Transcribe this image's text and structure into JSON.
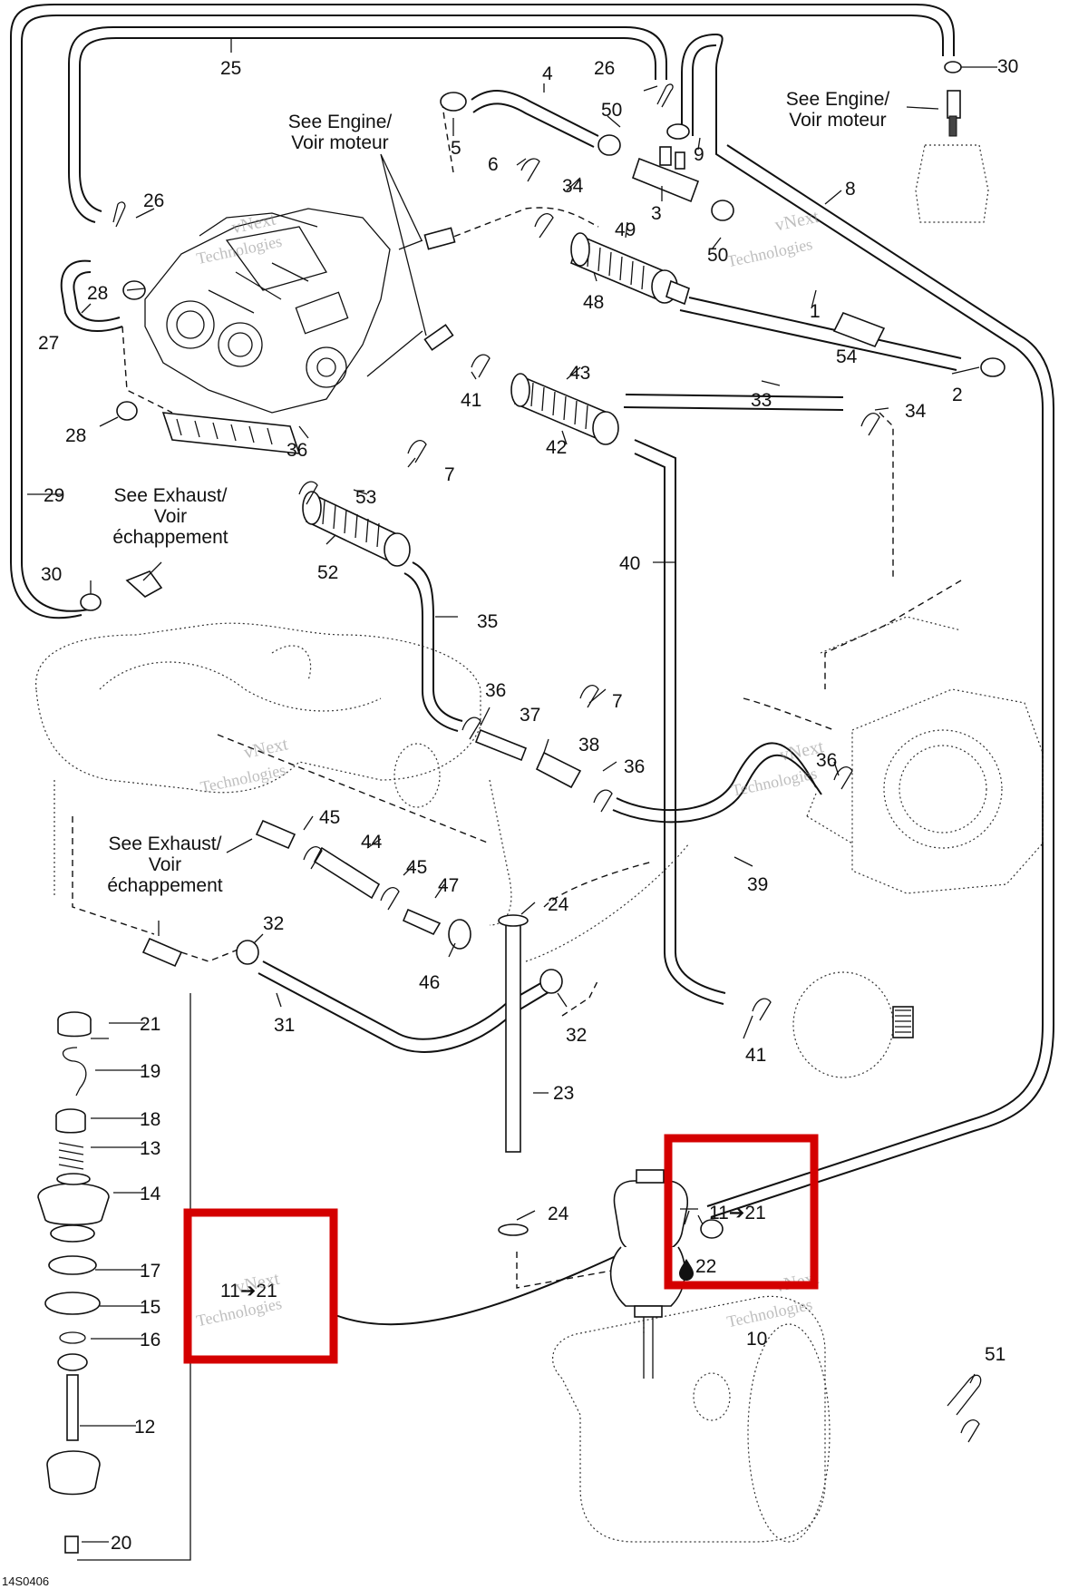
{
  "diagram": {
    "figure_code": "14S0406",
    "notes": {
      "engine_1": [
        "See Engine/",
        "Voir moteur"
      ],
      "engine_2": [
        "See Engine/",
        "Voir moteur"
      ],
      "exhaust_1": [
        "See Exhaust/",
        "Voir",
        "échappement"
      ],
      "exhaust_2": [
        "See Exhaust/",
        "Voir",
        "échappement"
      ]
    },
    "watermark": {
      "line1": "vNext",
      "line2": "Technologies"
    },
    "callouts": [
      {
        "key": "c25",
        "text": "25"
      },
      {
        "key": "c4",
        "text": "4"
      },
      {
        "key": "c26a",
        "text": "26"
      },
      {
        "key": "c30a",
        "text": "30"
      },
      {
        "key": "c50a",
        "text": "50"
      },
      {
        "key": "c5",
        "text": "5"
      },
      {
        "key": "c6",
        "text": "6"
      },
      {
        "key": "c9",
        "text": "9"
      },
      {
        "key": "c8",
        "text": "8"
      },
      {
        "key": "c3",
        "text": "3"
      },
      {
        "key": "c34a",
        "text": "34"
      },
      {
        "key": "c49",
        "text": "49"
      },
      {
        "key": "c50b",
        "text": "50"
      },
      {
        "key": "c26b",
        "text": "26"
      },
      {
        "key": "c28a",
        "text": "28"
      },
      {
        "key": "c48",
        "text": "48"
      },
      {
        "key": "c1",
        "text": "1"
      },
      {
        "key": "c27",
        "text": "27"
      },
      {
        "key": "c54",
        "text": "54"
      },
      {
        "key": "c43",
        "text": "43"
      },
      {
        "key": "c41a",
        "text": "41"
      },
      {
        "key": "c33",
        "text": "33"
      },
      {
        "key": "c2",
        "text": "2"
      },
      {
        "key": "c34b",
        "text": "34"
      },
      {
        "key": "c28b",
        "text": "28"
      },
      {
        "key": "c42",
        "text": "42"
      },
      {
        "key": "c36a",
        "text": "36"
      },
      {
        "key": "c7a",
        "text": "7"
      },
      {
        "key": "c29",
        "text": "29"
      },
      {
        "key": "c53",
        "text": "53"
      },
      {
        "key": "c40",
        "text": "40"
      },
      {
        "key": "c30b",
        "text": "30"
      },
      {
        "key": "c52",
        "text": "52"
      },
      {
        "key": "c35",
        "text": "35"
      },
      {
        "key": "c7b",
        "text": "7"
      },
      {
        "key": "c36b",
        "text": "36"
      },
      {
        "key": "c37",
        "text": "37"
      },
      {
        "key": "c38",
        "text": "38"
      },
      {
        "key": "c36c",
        "text": "36"
      },
      {
        "key": "c36d",
        "text": "36"
      },
      {
        "key": "c45a",
        "text": "45"
      },
      {
        "key": "c44",
        "text": "44"
      },
      {
        "key": "c45b",
        "text": "45"
      },
      {
        "key": "c47",
        "text": "47"
      },
      {
        "key": "c39",
        "text": "39"
      },
      {
        "key": "c32a",
        "text": "32"
      },
      {
        "key": "c24a",
        "text": "24"
      },
      {
        "key": "c46",
        "text": "46"
      },
      {
        "key": "c31",
        "text": "31"
      },
      {
        "key": "c32b",
        "text": "32"
      },
      {
        "key": "c41b",
        "text": "41"
      },
      {
        "key": "c21",
        "text": "21"
      },
      {
        "key": "c19",
        "text": "19"
      },
      {
        "key": "c23",
        "text": "23"
      },
      {
        "key": "c18",
        "text": "18"
      },
      {
        "key": "c13",
        "text": "13"
      },
      {
        "key": "c14",
        "text": "14"
      },
      {
        "key": "c24b",
        "text": "24"
      },
      {
        "key": "c17",
        "text": "17"
      },
      {
        "key": "c15",
        "text": "15"
      },
      {
        "key": "c16",
        "text": "16"
      },
      {
        "key": "c10",
        "text": "10"
      },
      {
        "key": "c51",
        "text": "51"
      },
      {
        "key": "c12",
        "text": "12"
      },
      {
        "key": "c20",
        "text": "20"
      },
      {
        "key": "c22",
        "text": "22"
      },
      {
        "key": "ref1",
        "text": "11➔21"
      },
      {
        "key": "ref2",
        "text": "11➔21"
      }
    ],
    "highlight_color": "#d40000"
  }
}
